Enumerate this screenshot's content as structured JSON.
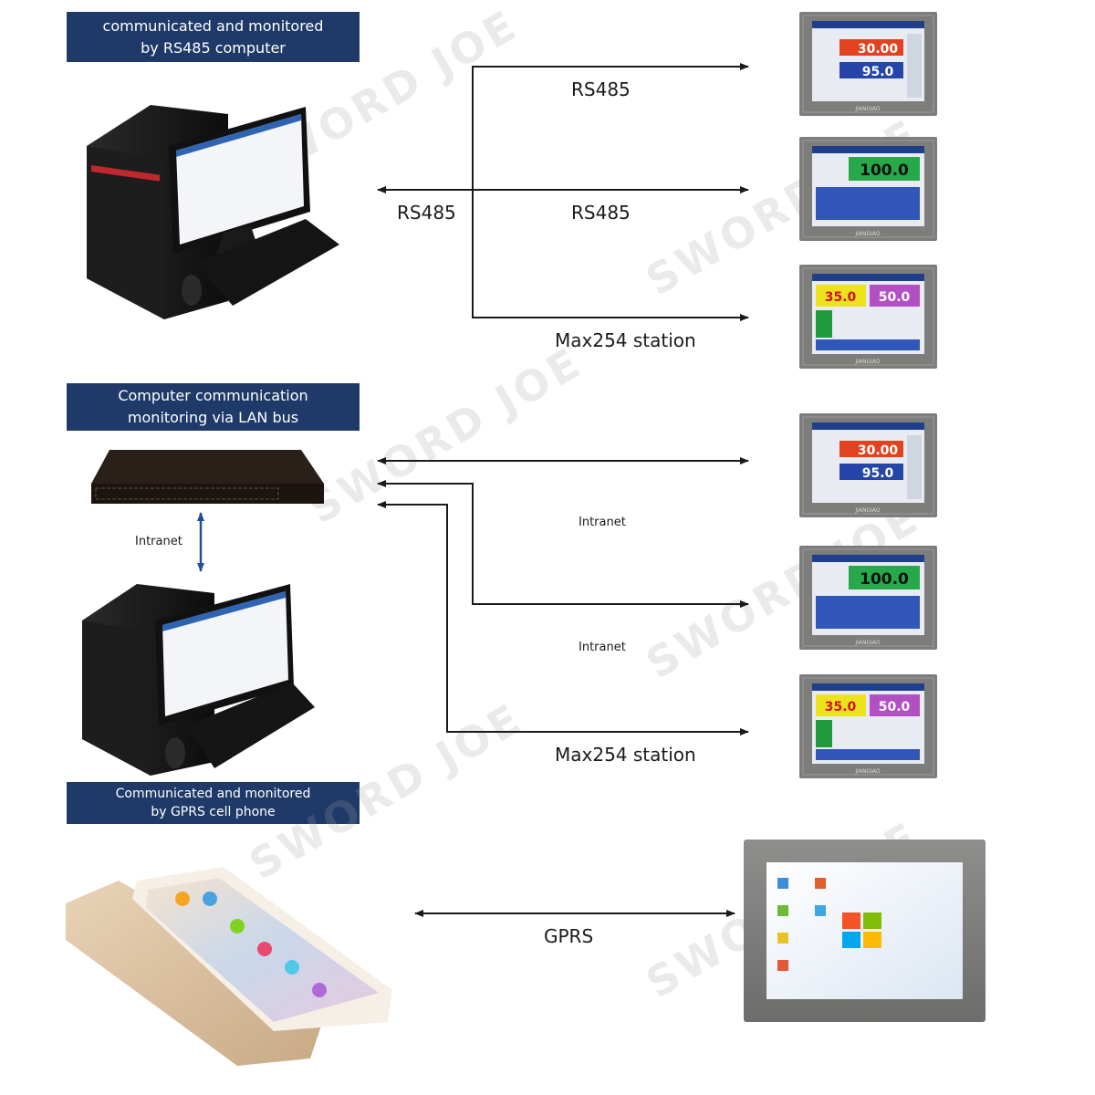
{
  "banners": {
    "rs485": {
      "line1": "communicated and monitored",
      "line2": "by RS485 computer"
    },
    "lan": {
      "line1": "Computer communication",
      "line2": "monitoring via LAN bus"
    },
    "gprs": {
      "line1": "Communicated and monitored",
      "line2": "by GPRS cell phone"
    }
  },
  "labels": {
    "rs485_top": "RS485",
    "rs485_left": "RS485",
    "rs485_mid": "RS485",
    "max_station_1": "Max254 station",
    "intranet_vertical": "Intranet",
    "intranet_1": "Intranet",
    "intranet_2": "Intranet",
    "max_station_2": "Max254 station",
    "gprs": "GPRS"
  },
  "controllers": [
    {
      "type": "dual",
      "value1": "30.00",
      "value2": "95.0",
      "brand": "JIANGIAO"
    },
    {
      "type": "single",
      "value1": "100.0",
      "brand": "JIANGIAO"
    },
    {
      "type": "split",
      "value1": "35.0",
      "value2": "50.0",
      "brand": "JIANGIAO"
    },
    {
      "type": "dual",
      "value1": "30.00",
      "value2": "95.0",
      "brand": "JIANGIAO"
    },
    {
      "type": "single",
      "value1": "100.0",
      "brand": "JIANGIAO"
    },
    {
      "type": "split",
      "value1": "35.0",
      "value2": "50.0",
      "brand": "JIANGIAO"
    }
  ],
  "watermark": "SWORD JOE",
  "colors": {
    "banner": "#1f3a68",
    "arrow": "#1a1a1a",
    "intranet_arrow": "#1f4f9a"
  }
}
